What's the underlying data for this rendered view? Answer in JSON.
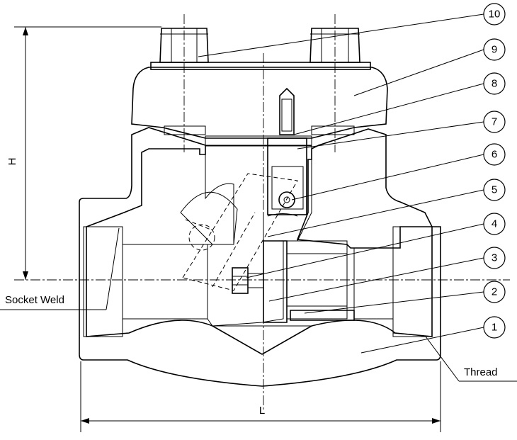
{
  "diagram": {
    "callouts": [
      "1",
      "2",
      "3",
      "4",
      "5",
      "6",
      "7",
      "8",
      "9",
      "10"
    ],
    "labels": {
      "socket_weld": "Socket Weld",
      "thread": "Thread",
      "dim_h": "H",
      "dim_l": "L"
    }
  }
}
